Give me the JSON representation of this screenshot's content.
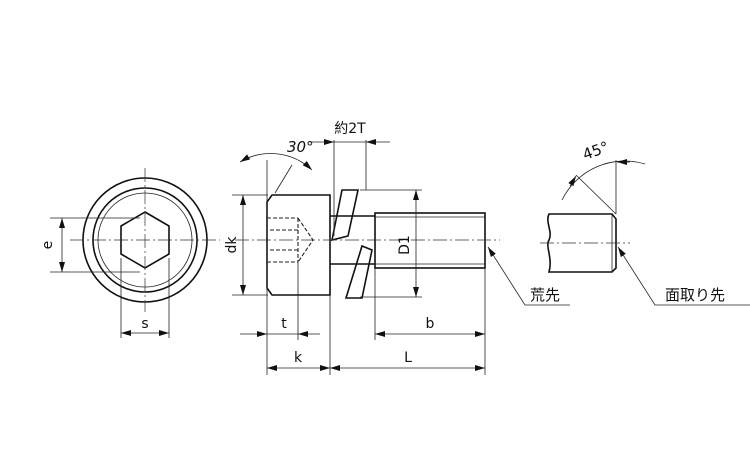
{
  "labels": {
    "angle_head": "30°",
    "approx_2t": "約2T",
    "angle_chamfer": "45°",
    "dk": "dk",
    "d1": "D1",
    "e": "e",
    "s": "s",
    "t": "t",
    "k": "k",
    "b": "b",
    "L": "L",
    "rough_end": "荒先",
    "chamfered_end": "面取り先"
  }
}
